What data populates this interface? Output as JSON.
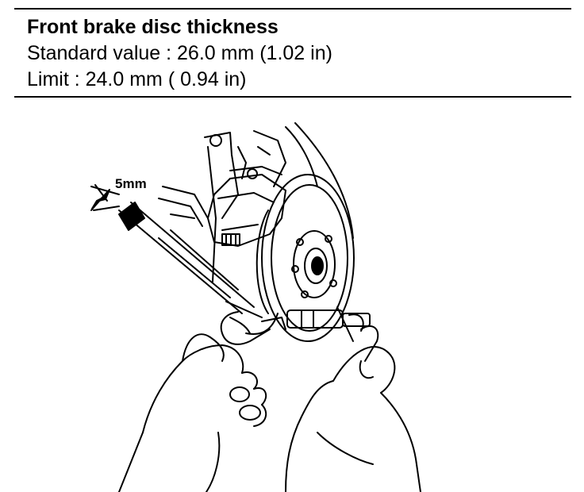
{
  "spec": {
    "title": "Front brake disc thickness",
    "standard": "Standard value : 26.0 mm (1.02 in)",
    "limit": "Limit : 24.0 mm ( 0.94 in)"
  },
  "figure": {
    "dimension_label": "5mm"
  }
}
